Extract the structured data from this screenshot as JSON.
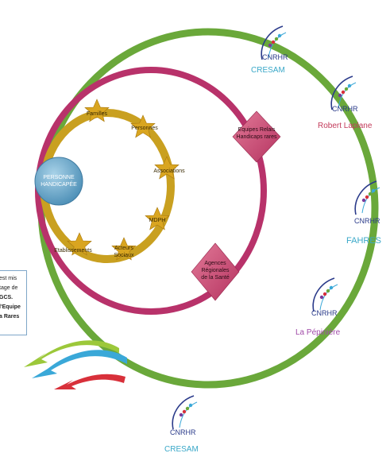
{
  "center": {
    "label_line1": "PERSONNE",
    "label_line2": "HANDICAPÉE"
  },
  "stars": [
    {
      "label": "Familles"
    },
    {
      "label": "Personnes"
    },
    {
      "label": "Associations"
    },
    {
      "label": "MDPH"
    },
    {
      "label": "Acteurs",
      "label2": "Sociaux"
    },
    {
      "label": "Etablissements"
    }
  ],
  "diamonds": [
    {
      "line1": "Equipes Relais",
      "line2": "Handicaps rares"
    },
    {
      "line1": "Agences",
      "line2": "Régionales",
      "line3": "de la Santé"
    }
  ],
  "logos": [
    {
      "acronym": "CNRHR",
      "name": "CRESAM",
      "name_color": "#3aa8c8"
    },
    {
      "acronym": "CNRHR",
      "name": "Robert Laplane",
      "name_color": "#c23a5a"
    },
    {
      "acronym": "CNRHR",
      "name": "FAHRES",
      "name_color": "#3aa8c8"
    },
    {
      "acronym": "CNRHR",
      "name": "La Pépinière",
      "name_color": "#a04aa8"
    },
    {
      "acronym": "CNRHR",
      "name": "CRESAM",
      "name_color": "#3aa8c8"
    }
  ],
  "side_note": {
    "line1": "est mis",
    "line2": "tage de",
    "line3": "GCS.",
    "line4": "l'Equipe",
    "line5": "a Rares"
  },
  "colors": {
    "green_ring": "#6aa83a",
    "magenta_ring": "#b8326a",
    "gold_ring": "#c9a020",
    "star": "#d9a520",
    "center": "#6fa9c9",
    "diamond": "#c8486e"
  }
}
